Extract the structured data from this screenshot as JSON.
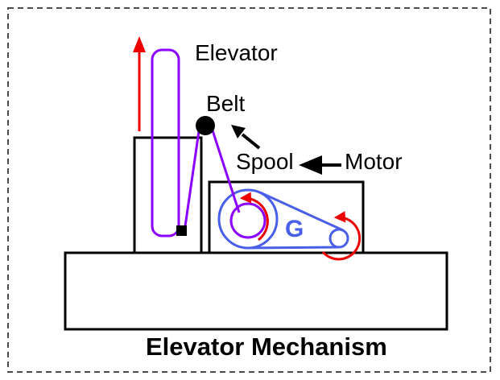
{
  "diagram": {
    "title": "Elevator Mechanism",
    "labels": {
      "elevator": "Elevator",
      "belt": "Belt",
      "spool": "Spool",
      "motor": "Motor",
      "gearbox": "G"
    },
    "icons": {
      "elevator_motion": "red-up-arrow",
      "belt_pointer": "black-diagonal-arrow",
      "motor_drives_spool": "black-left-arrow",
      "spool_rotation": "red-counterclockwise-arc-arrow",
      "motor_rotation": "red-counterclockwise-arc-arrow"
    },
    "colors": {
      "belt-purple": "#8B00FF",
      "gear-blue": "#4A5FE8",
      "motion-red": "#EE0000",
      "outline-black": "#000000",
      "border-gray": "#4D4D4D",
      "background": "#FFFFFF"
    }
  }
}
